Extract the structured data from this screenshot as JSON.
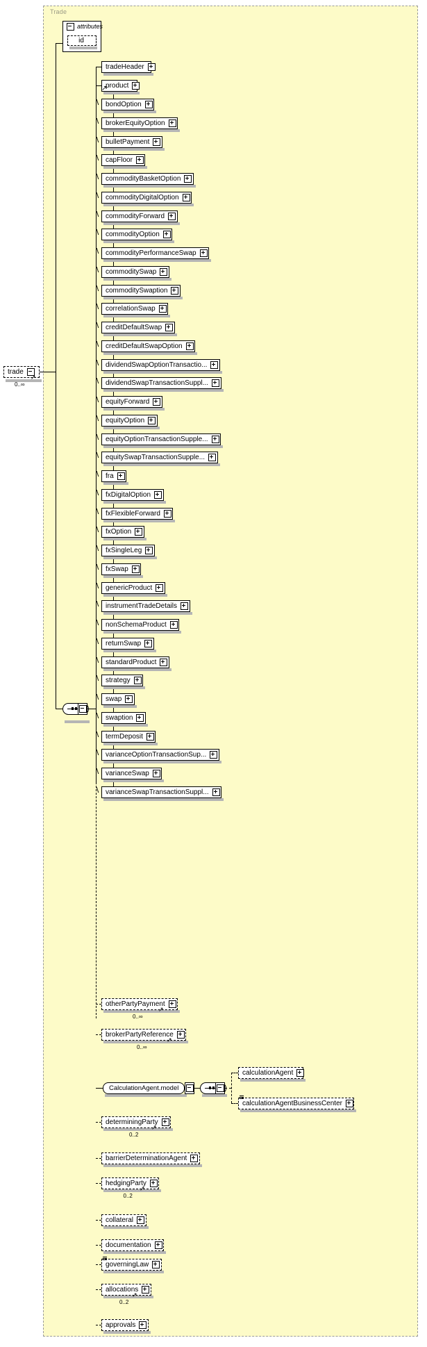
{
  "diagram": {
    "title": "Trade",
    "type": "xsd-schema-tree",
    "root": {
      "label": "trade",
      "cardinality": "0..∞",
      "expander": "minus",
      "optional": true
    },
    "attributes_group": {
      "label": "attributes",
      "expander": "minus",
      "items": [
        {
          "label": "id",
          "optional": true
        }
      ]
    },
    "sequence_symbol": "sequence-compositor",
    "top_children": [
      {
        "label": "tradeHeader",
        "expander": "plus"
      },
      {
        "label": "product",
        "expander": "plus",
        "substitution_head": true
      }
    ],
    "product_substitutions": [
      {
        "label": "bondOption",
        "expander": "plus"
      },
      {
        "label": "brokerEquityOption",
        "expander": "plus"
      },
      {
        "label": "bulletPayment",
        "expander": "plus"
      },
      {
        "label": "capFloor",
        "expander": "plus"
      },
      {
        "label": "commodityBasketOption",
        "expander": "plus"
      },
      {
        "label": "commodityDigitalOption",
        "expander": "plus"
      },
      {
        "label": "commodityForward",
        "expander": "plus"
      },
      {
        "label": "commodityOption",
        "expander": "plus"
      },
      {
        "label": "commodityPerformanceSwap",
        "expander": "plus"
      },
      {
        "label": "commoditySwap",
        "expander": "plus"
      },
      {
        "label": "commoditySwaption",
        "expander": "plus"
      },
      {
        "label": "correlationSwap",
        "expander": "plus"
      },
      {
        "label": "creditDefaultSwap",
        "expander": "plus"
      },
      {
        "label": "creditDefaultSwapOption",
        "expander": "plus"
      },
      {
        "label": "dividendSwapOptionTransactio...",
        "expander": "plus"
      },
      {
        "label": "dividendSwapTransactionSuppl...",
        "expander": "plus"
      },
      {
        "label": "equityForward",
        "expander": "plus"
      },
      {
        "label": "equityOption",
        "expander": "plus"
      },
      {
        "label": "equityOptionTransactionSupple...",
        "expander": "plus"
      },
      {
        "label": "equitySwapTransactionSupple...",
        "expander": "plus"
      },
      {
        "label": "fra",
        "expander": "plus"
      },
      {
        "label": "fxDigitalOption",
        "expander": "plus"
      },
      {
        "label": "fxFlexibleForward",
        "expander": "plus"
      },
      {
        "label": "fxOption",
        "expander": "plus"
      },
      {
        "label": "fxSingleLeg",
        "expander": "plus"
      },
      {
        "label": "fxSwap",
        "expander": "plus"
      },
      {
        "label": "genericProduct",
        "expander": "plus"
      },
      {
        "label": "instrumentTradeDetails",
        "expander": "plus"
      },
      {
        "label": "nonSchemaProduct",
        "expander": "plus"
      },
      {
        "label": "returnSwap",
        "expander": "plus"
      },
      {
        "label": "standardProduct",
        "expander": "plus"
      },
      {
        "label": "strategy",
        "expander": "plus"
      },
      {
        "label": "swap",
        "expander": "plus"
      },
      {
        "label": "swaption",
        "expander": "plus"
      },
      {
        "label": "termDeposit",
        "expander": "plus"
      },
      {
        "label": "varianceOptionTransactionSup...",
        "expander": "plus"
      },
      {
        "label": "varianceSwap",
        "expander": "plus"
      },
      {
        "label": "varianceSwapTransactionSuppl...",
        "expander": "plus"
      }
    ],
    "optional_children": [
      {
        "label": "otherPartyPayment",
        "expander": "plus",
        "cardinality": "0..∞",
        "optional": true
      },
      {
        "label": "brokerPartyReference",
        "expander": "plus",
        "cardinality": "0..∞",
        "optional": true
      },
      {
        "label": "determiningParty",
        "expander": "plus",
        "cardinality": "0..2",
        "optional": true
      },
      {
        "label": "barrierDeterminationAgent",
        "expander": "plus",
        "cardinality": "",
        "optional": true
      },
      {
        "label": "hedgingParty",
        "expander": "plus",
        "cardinality": "0..2",
        "optional": true
      },
      {
        "label": "collateral",
        "expander": "plus",
        "cardinality": "",
        "optional": true
      },
      {
        "label": "documentation",
        "expander": "plus",
        "cardinality": "",
        "optional": true
      },
      {
        "label": "governingLaw",
        "expander": "plus",
        "cardinality": "",
        "optional": true,
        "type_marker": true
      },
      {
        "label": "allocations",
        "expander": "plus",
        "cardinality": "0..2",
        "optional": true
      },
      {
        "label": "approvals",
        "expander": "plus",
        "cardinality": "",
        "optional": true
      }
    ],
    "calculation_agent_group": {
      "label": "CalculationAgent.model",
      "expander": "minus",
      "sequence_symbol": "sequence-compositor",
      "sequence_expander": "minus",
      "children": [
        {
          "label": "calculationAgent",
          "expander": "plus",
          "optional": true
        },
        {
          "label": "calculationAgentBusinessCenter",
          "expander": "plus",
          "optional": true,
          "type_marker": true
        }
      ]
    },
    "colors": {
      "schema_background": "#fdfbc8",
      "node_background": "#ffffff",
      "line": "#000000",
      "shadow": "#b5b5b5",
      "title_text": "#9b9b85"
    }
  }
}
